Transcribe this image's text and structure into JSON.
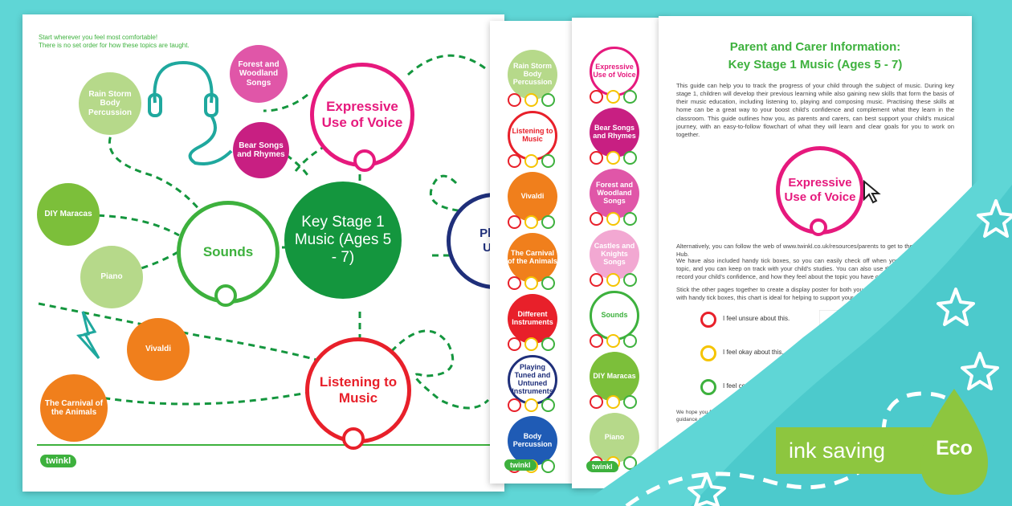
{
  "poster": {
    "note_line1": "Start wherever you feel most comfortable!",
    "note_line2": "There is no set order for how these topics are taught.",
    "center_title": "Key Stage 1 Music (Ages 5 - 7)",
    "topics": {
      "expressive": "Expressive Use of Voice",
      "sounds": "Sounds",
      "listening": "Listening to Music",
      "playing_partial": "Play Tune Unt Instr"
    },
    "bubbles": {
      "rain": "Rain Storm Body Percussion",
      "forest": "Forest and Woodland Songs",
      "bear": "Bear Songs and Rhymes",
      "maracas": "DIY Maracas",
      "piano": "Piano",
      "vivaldi": "Vivaldi",
      "carnival": "The Carnival of the Animals"
    },
    "logo": "twinkl"
  },
  "tracker1": {
    "items": [
      "Rain Storm Body Percussion",
      "Listening to Music",
      "Vivaldi",
      "The Carnival of the Animals",
      "Different Instruments",
      "Playing Tuned and Untuned Instruments",
      "Body Percussion"
    ],
    "logo": "twinkl"
  },
  "tracker2": {
    "items": [
      "Expressive Use of Voice",
      "Bear Songs and Rhymes",
      "Forest and Woodland Songs",
      "Castles and Knights Songs",
      "Sounds",
      "DIY Maracas",
      "Piano"
    ],
    "logo": "twinkl"
  },
  "info": {
    "title_line1": "Parent and Carer Information:",
    "title_line2": "Key Stage 1 Music (Ages 5 - 7)",
    "intro": "This guide can help you to track the progress of your child through the subject of music. During key stage 1, children will develop their previous learning while also gaining new skills that form the basis of their music education, including listening to, playing and composing music. Practising these skills at home can be a great way to your boost child's confidence and complement what they learn in the classroom. This guide outlines how you, as parents and carers, can best support your child's musical journey, with an easy-to-follow flowchart of what they will learn and clear goals for you to work on together.",
    "topic": "Expressive Use of Voice",
    "alt_text": "Alternatively, you can follow the web of www.twinkl.co.uk/resources/parents to get to the Twinkl Parents Hub.",
    "tick_text": "We have also included handy tick boxes, so you can easily check off when you have covered each topic, and you can keep on track with your child's studies. You can also use the 'traffic light' system to record your child's confidence, and how they feel about the topic you have covered together.",
    "stick_text": "Stick the other pages together to create a display poster for both you and your child to fill in. Complete with handy tick boxes, this chart is ideal for helping to support your child's studies from home.",
    "legend": [
      {
        "label": "I feel unsure about this.",
        "color": "#e8202a"
      },
      {
        "label": "I feel okay about this.",
        "color": "#f5c400"
      },
      {
        "label": "I feel confident about this!",
        "color": "#3db13d"
      }
    ],
    "footer_text": "We hope you find the information on our website and resources useful. This guide is intended to offer parents general guidance on your child's studies and to help you support your child's learning at home."
  },
  "badge": {
    "label": "ink saving",
    "eco": "Eco"
  },
  "colors": {
    "green": "#3db13d",
    "dark_green": "#14963e",
    "magenta": "#e6197d",
    "orange": "#f07f1c",
    "red": "#e8202a",
    "navy": "#1f2f7a",
    "teal_bg": "#5fd6d6"
  }
}
